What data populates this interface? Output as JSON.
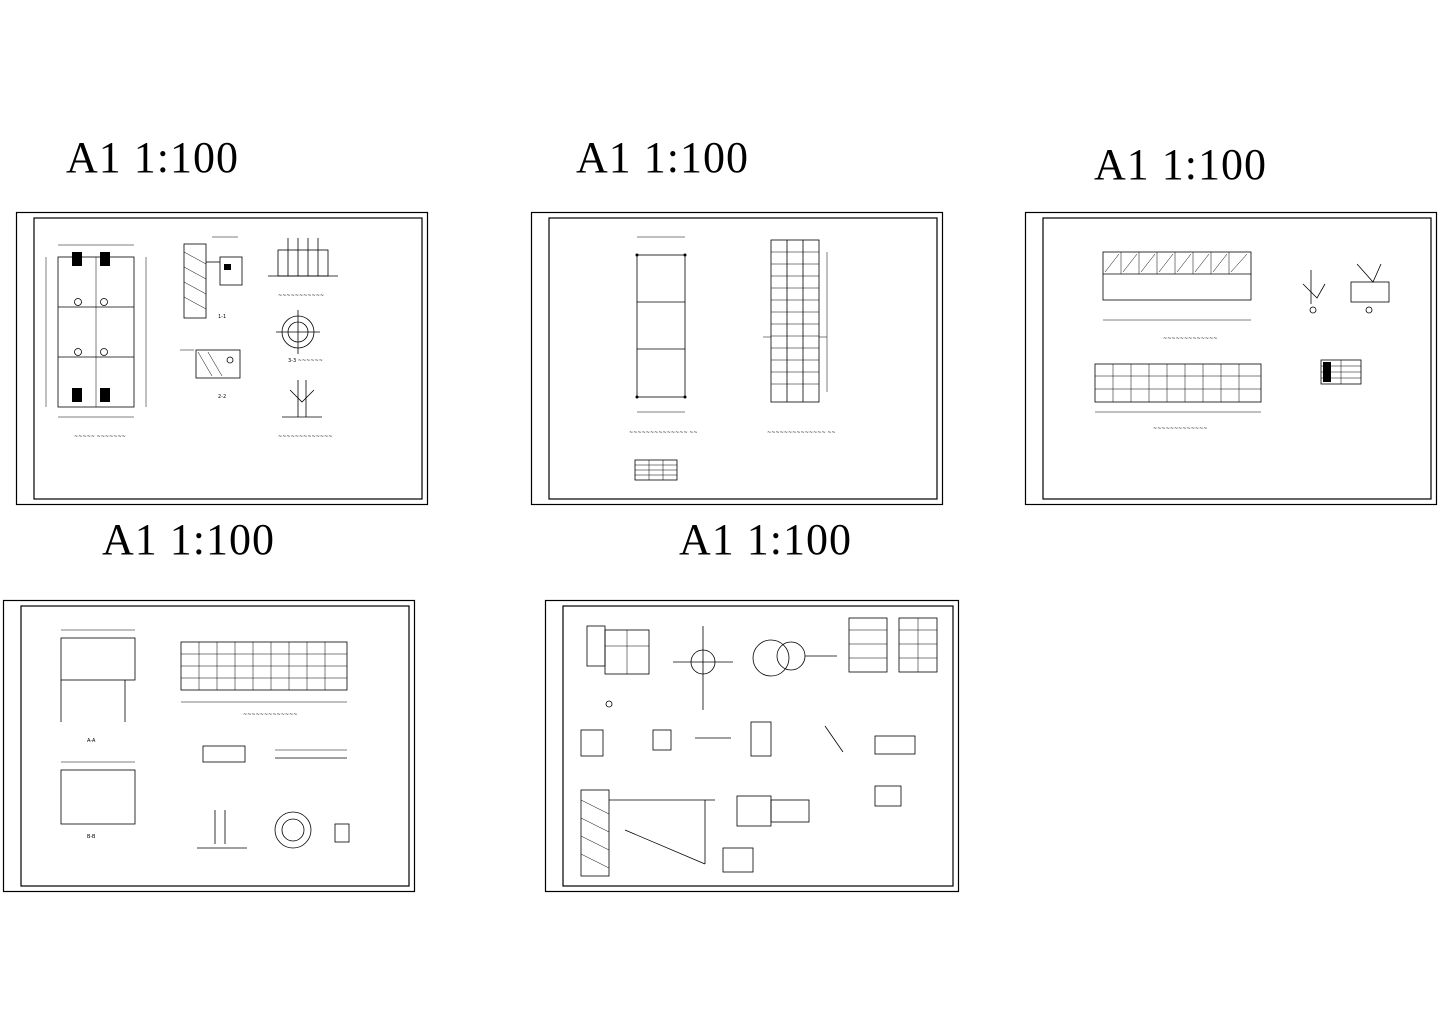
{
  "sheets": [
    {
      "id": "sheet-1",
      "title": "A1 1:100"
    },
    {
      "id": "sheet-2",
      "title": "A1 1:100"
    },
    {
      "id": "sheet-3",
      "title": "A1 1:100"
    },
    {
      "id": "sheet-4",
      "title": "A1 1:100"
    },
    {
      "id": "sheet-5",
      "title": "A1 1:100"
    }
  ]
}
